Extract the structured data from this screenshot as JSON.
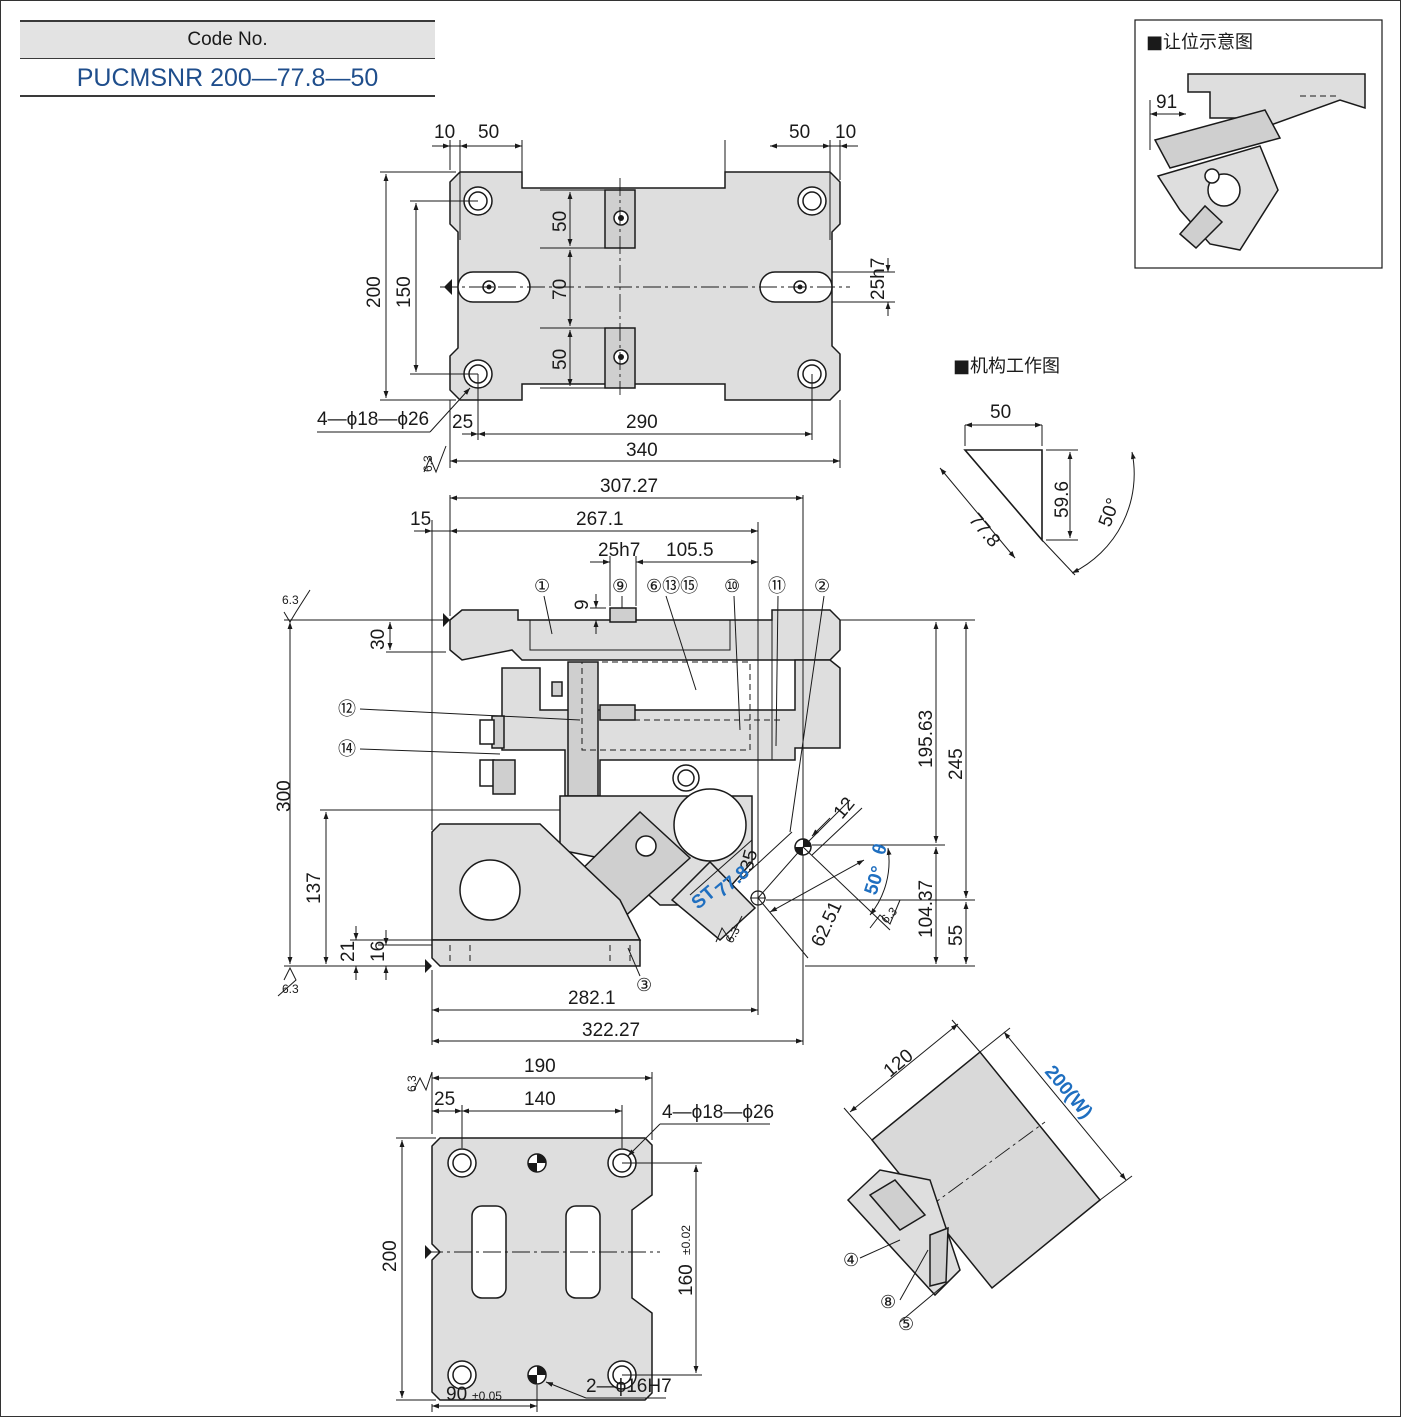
{
  "code": {
    "header": "Code No.",
    "value": "PUCMSNR 200—77.8—50"
  },
  "inset_relief": {
    "title": "■让位示意图",
    "dim": "91"
  },
  "inset_mechanism": {
    "title": "■机构工作图",
    "dims": [
      "50",
      "77.8",
      "59.6",
      "50°"
    ]
  },
  "top_view": {
    "dims": {
      "d10_left": "10",
      "d50_left": "50",
      "d50_right": "50",
      "d10_right": "10",
      "d200": "200",
      "d150": "150",
      "d50_upper": "50",
      "d70": "70",
      "d50_lower": "50",
      "d25h7": "25h7",
      "d25": "25",
      "d290": "290",
      "d340": "340"
    },
    "hole_note": "4—ϕ18—ϕ26",
    "roughness": "6.3"
  },
  "front_view": {
    "dims": {
      "d307_27": "307.27",
      "d15": "15",
      "d267_1": "267.1",
      "d25h7": "25h7",
      "d105_5": "105.5",
      "d9": "9",
      "d30": "30",
      "d300": "300",
      "d137": "137",
      "d21": "21",
      "d16": "16",
      "d195_63": "195.63",
      "d245": "245",
      "d104_37": "104.37",
      "d55": "55",
      "d12": "12",
      "d35": "35",
      "d62_51": "62.51",
      "d282_1": "282.1",
      "d322_27": "322.27"
    },
    "stroke_label": "77.8",
    "stroke_tag": "ST",
    "angle_label": "50°",
    "angle_tag": "θ",
    "roughness": "6.3",
    "part_numbers": [
      "①",
      "②",
      "③",
      "⑨",
      "⑥⑬⑮",
      "⑩",
      "⑪",
      "⑫",
      "⑭"
    ]
  },
  "bottom_view": {
    "dims": {
      "d190": "190",
      "d25": "25",
      "d140": "140",
      "d200": "200",
      "d160": "160",
      "tol160": "±0.02",
      "d90": "90",
      "tol90": "±0.05"
    },
    "hole_note": "4—ϕ18—ϕ26",
    "pin_note": "2—ϕ16H7",
    "roughness": "6.3"
  },
  "iso_view": {
    "d120": "120",
    "width_label": "200(W)",
    "part_numbers": [
      "④",
      "⑧",
      "⑤"
    ]
  },
  "colors": {
    "accent_blue": "#1f6fc0",
    "code_blue": "#1f4e8c",
    "header_gray": "#e3e3e3",
    "part_fill": "#dedede"
  }
}
